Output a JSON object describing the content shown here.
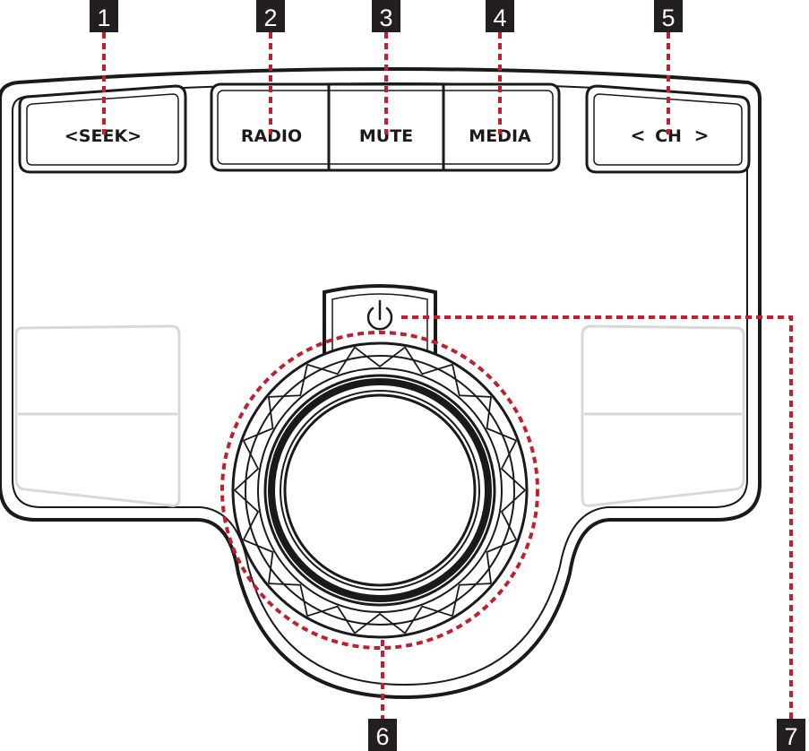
{
  "panel": {
    "buttons": {
      "seek": "<SEEK>",
      "radio": "RADIO",
      "mute": "MUTE",
      "media": "MEDIA",
      "ch_left": "<",
      "ch_label": "CH",
      "ch_right": ">"
    }
  },
  "callouts": [
    "1",
    "2",
    "3",
    "4",
    "5",
    "6",
    "7"
  ],
  "colors": {
    "callout_bg": "#231f20",
    "leader": "#c0202e",
    "outline": "#1a1a1a",
    "ghost": "#d8d8d8"
  },
  "icons": [
    "power-icon",
    "jog-dial-knob"
  ]
}
